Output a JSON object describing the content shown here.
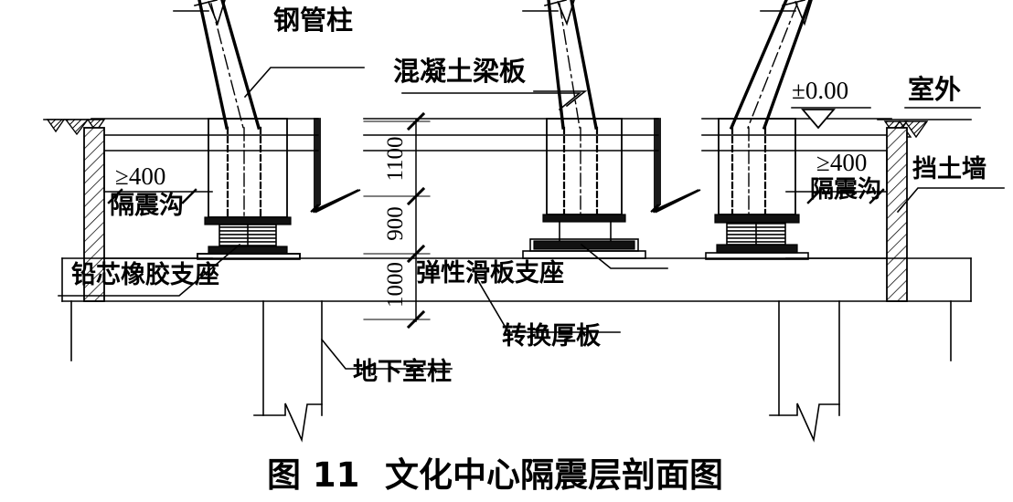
{
  "figure": {
    "caption_number": "图 11",
    "caption_title": "文化中心隔震层剖面图"
  },
  "labels": {
    "steel_pipe_column": "钢管柱",
    "concrete_beam_slab": "混凝土梁板",
    "outdoor": "室外",
    "retaining_wall": "挡土墙",
    "isolation_trench_left": "隔震沟",
    "isolation_trench_right": "隔震沟",
    "lead_rubber_bearing": "铅芯橡胶支座",
    "elastic_sliding_bearing": "弹性滑板支座",
    "transfer_thick_slab": "转换厚板",
    "basement_column": "地下室柱"
  },
  "dimensions": {
    "clearance_left": "≥400",
    "clearance_right": "≥400",
    "vertical_chain": [
      "1100",
      "900",
      "1000"
    ],
    "datum_level": "±0.00"
  },
  "colors": {
    "line": "#000000",
    "background": "#ffffff",
    "hatch": "#000000"
  }
}
